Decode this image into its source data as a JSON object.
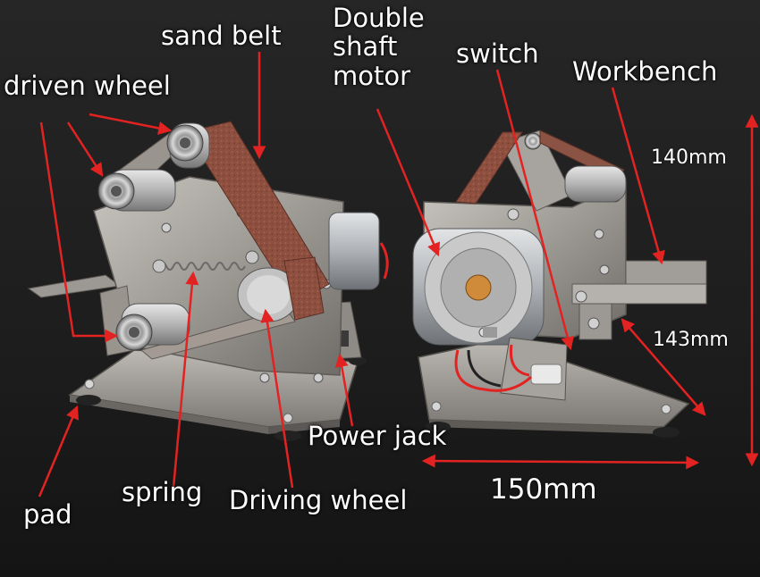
{
  "labels": {
    "sand_belt": "sand belt",
    "driven_wheel": "driven wheel",
    "double_shaft_motor": "Double shaft motor",
    "double_shaft_motor_l1": "Double",
    "double_shaft_motor_l2": "shaft",
    "double_shaft_motor_l3": "motor",
    "switch": "switch",
    "workbench": "Workbench",
    "power_jack": "Power jack",
    "pad": "pad",
    "spring": "spring",
    "driving_wheel": "Driving wheel"
  },
  "dimensions": {
    "height": "140mm",
    "depth": "143mm",
    "width": "150mm"
  },
  "colors": {
    "arrow": "#e32222",
    "label_text": "#ffffff",
    "background": "#1c1c1c",
    "sand_belt": "#8e4f3f",
    "metal": "#a9a6a0"
  }
}
